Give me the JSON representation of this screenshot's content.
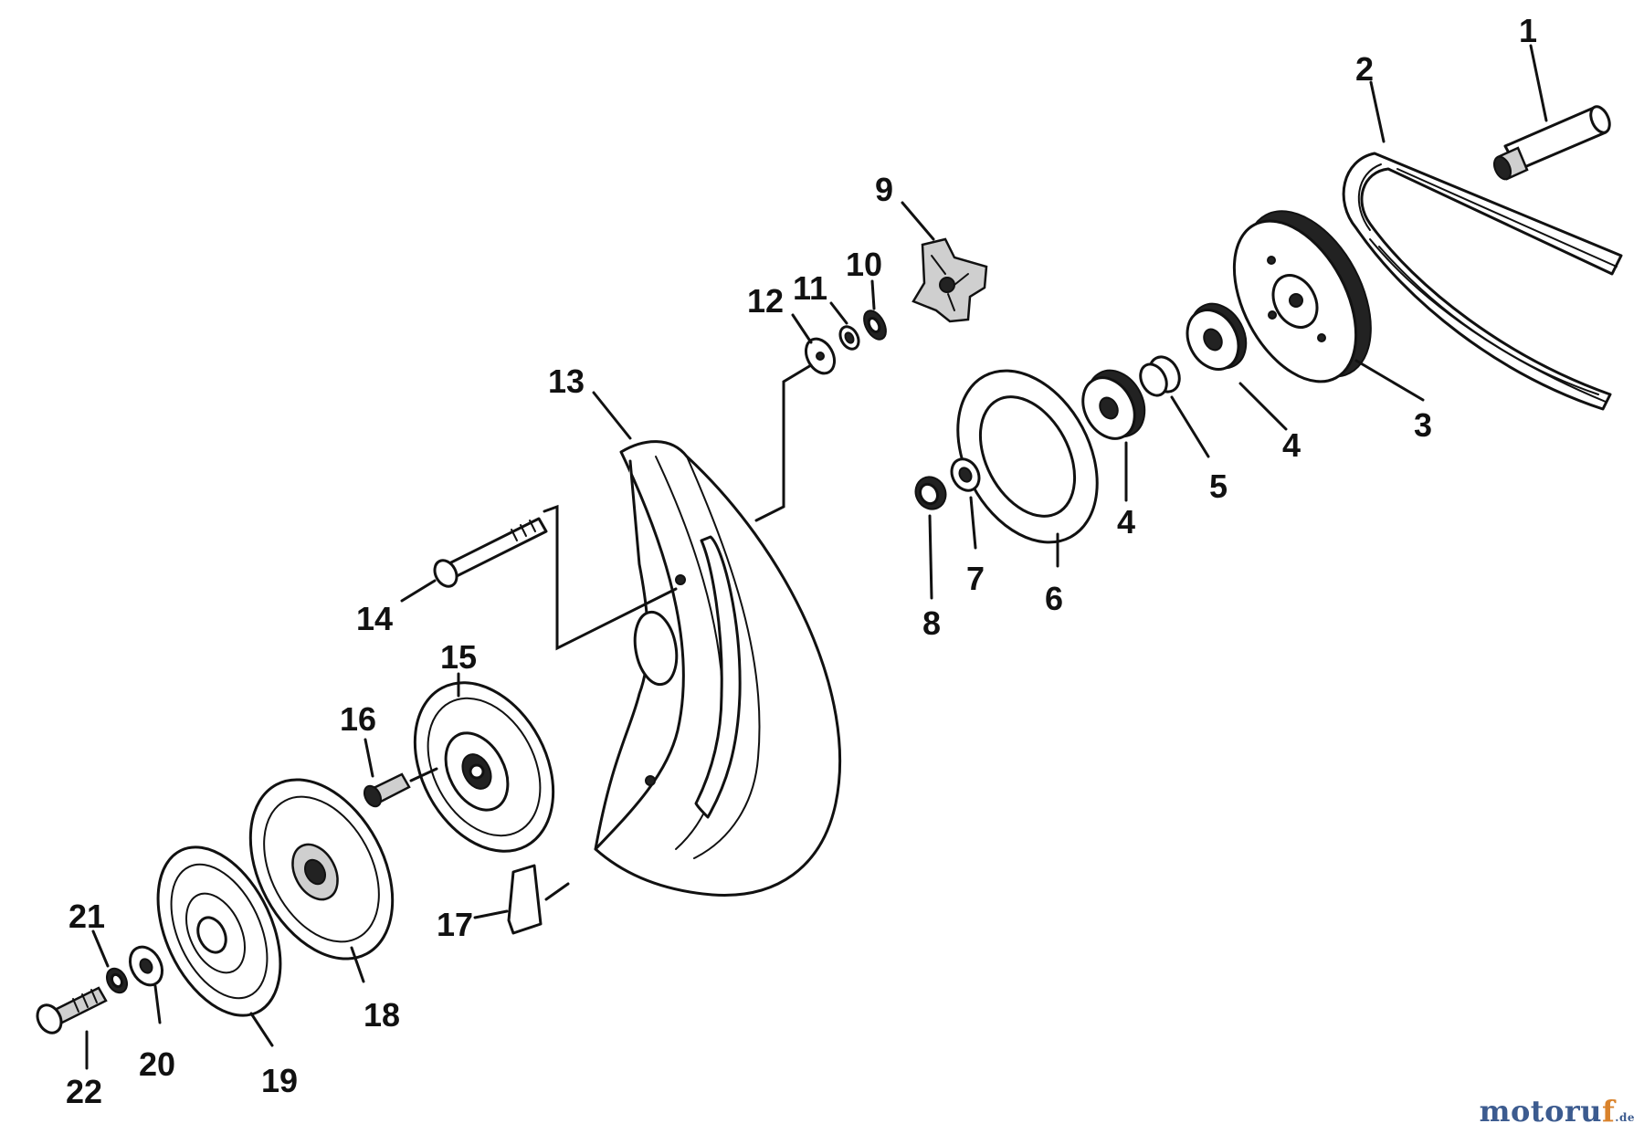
{
  "callouts": [
    "1",
    "2",
    "3",
    "4",
    "4",
    "5",
    "6",
    "7",
    "8",
    "9",
    "10",
    "11",
    "12",
    "13",
    "14",
    "15",
    "16",
    "17",
    "18",
    "19",
    "20",
    "21",
    "22"
  ],
  "watermark": {
    "main": "motoru",
    "accent": "f",
    "tld": ".de"
  },
  "colors": {
    "line": "#111111",
    "background": "#ffffff",
    "watermark_blue": "#3c5b8f",
    "watermark_orange": "#d9822b"
  }
}
